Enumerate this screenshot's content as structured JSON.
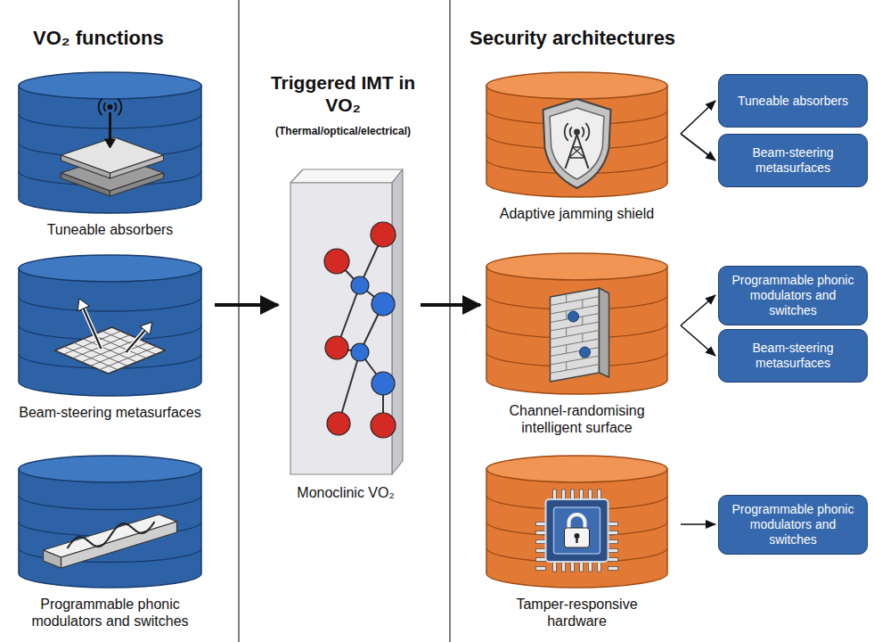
{
  "diagram": {
    "nodes": [
      {
        "text": [
          "Tuneable absorbers"
        ]
      },
      {
        "text": [
          "Beam-steering metasurfaces"
        ]
      },
      {
        "text": [
          "Programmable phonic modulators and switches"
        ]
      },
      {
        "text": [
          "Monoclinic VO₂"
        ]
      },
      {
        "text": [
          "Adaptive jamming shield"
        ]
      },
      {
        "text": [
          "Tuneable absorbers"
        ]
      },
      {
        "text": [
          "Beam-steering metasurfaces"
        ]
      },
      {
        "text": [
          "Channel-randomising intelligent surface"
        ]
      },
      {
        "text": [
          "Programmable phonic modulators and switches"
        ]
      },
      {
        "text": [
          "Beam-steering metasurfaces"
        ]
      },
      {
        "text": [
          "Tamper-responsive hardware"
        ]
      },
      {
        "text": [
          "Programmable phonic modulators and switches"
        ]
      }
    ],
    "edges": [
      {
        "from": 1,
        "to": 3,
        "arrow": "to"
      },
      {
        "from": 3,
        "to": 7,
        "arrow": "to"
      },
      {
        "from": 4,
        "to": 5,
        "arrow": "to"
      },
      {
        "from": 4,
        "to": 6,
        "arrow": "to"
      },
      {
        "from": 7,
        "to": 8,
        "arrow": "to"
      },
      {
        "from": 7,
        "to": 9,
        "arrow": "to"
      },
      {
        "from": 10,
        "to": 11,
        "arrow": "to"
      }
    ],
    "labels": [
      "VO₂ functions",
      "Triggered IMT in VO₂",
      "(Thermal/optical/electrical)",
      "Security architectures"
    ]
  }
}
